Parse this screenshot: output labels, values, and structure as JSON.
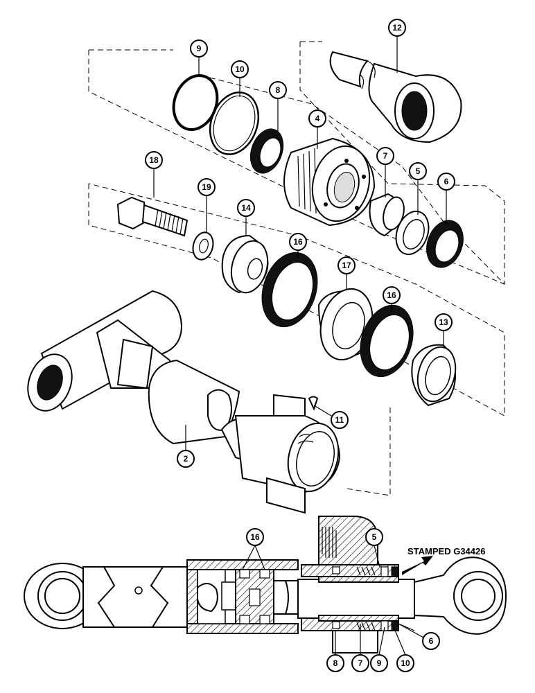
{
  "callouts": {
    "c9_top": "9",
    "c10_top": "10",
    "c8_top": "8",
    "c12": "12",
    "c4": "4",
    "c7_top": "7",
    "c5_top": "5",
    "c6_top": "6",
    "c18": "18",
    "c19": "19",
    "c14": "14",
    "c16_a": "16",
    "c17": "17",
    "c16_b": "16",
    "c13": "13",
    "c11": "11",
    "c2": "2",
    "c16_sec": "16",
    "c5_sec": "5",
    "c6_sec": "6",
    "c8_sec": "8",
    "c7_sec": "7",
    "c9_sec": "9",
    "c10_sec": "10"
  },
  "stamp_label": "STAMPED G34426"
}
